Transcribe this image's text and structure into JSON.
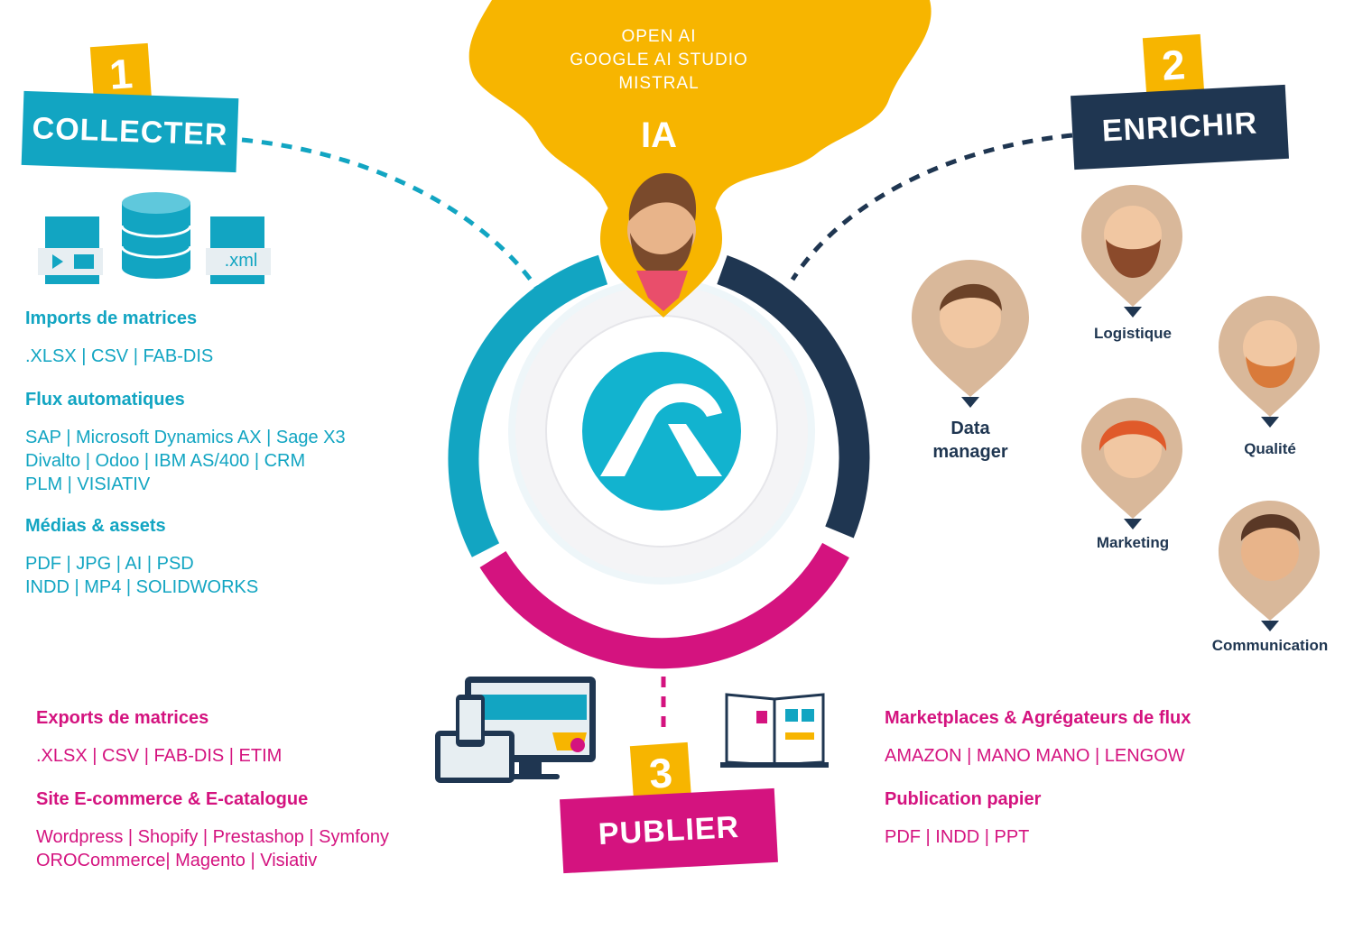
{
  "ai": {
    "providers": [
      "OPEN AI",
      "GOOGLE AI STUDIO",
      "MISTRAL"
    ],
    "label": "IA"
  },
  "steps": {
    "collect": {
      "number": "1",
      "label": "COLLECTER"
    },
    "enrich": {
      "number": "2",
      "label": "ENRICHIR"
    },
    "publish": {
      "number": "3",
      "label": "PUBLIER"
    }
  },
  "file_icon_label": ".xml",
  "collect_sections": [
    {
      "title": "Imports de matrices",
      "text": ".XLSX | CSV | FAB-DIS"
    },
    {
      "title": "Flux automatiques",
      "text": "SAP | Microsoft Dynamics AX | Sage X3\nDivalto | Odoo | IBM AS/400 | CRM\nPLM | VISIATIV"
    },
    {
      "title": "Médias & assets",
      "text": "PDF | JPG | AI |  PSD\nINDD | MP4 | SOLIDWORKS"
    }
  ],
  "roles": {
    "data_manager": "Data\nmanager",
    "logistique": "Logistique",
    "qualite": "Qualité",
    "marketing": "Marketing",
    "communication": "Communication"
  },
  "publish_left": [
    {
      "title": "Exports de matrices",
      "text": ".XLSX | CSV | FAB-DIS | ETIM"
    },
    {
      "title": "Site E-commerce & E-catalogue",
      "text": "Wordpress | Shopify | Prestashop | Symfony\nOROCommerce| Magento | Visiativ"
    }
  ],
  "publish_right": [
    {
      "title": "Marketplaces & Agrégateurs de flux",
      "text": "AMAZON | MANO MANO | LENGOW"
    },
    {
      "title": "Publication papier",
      "text": "PDF | INDD | PPT"
    }
  ],
  "colors": {
    "teal": "#12a5c2",
    "navy": "#1f3651",
    "pink": "#d4137f",
    "yellow": "#f7b500"
  }
}
